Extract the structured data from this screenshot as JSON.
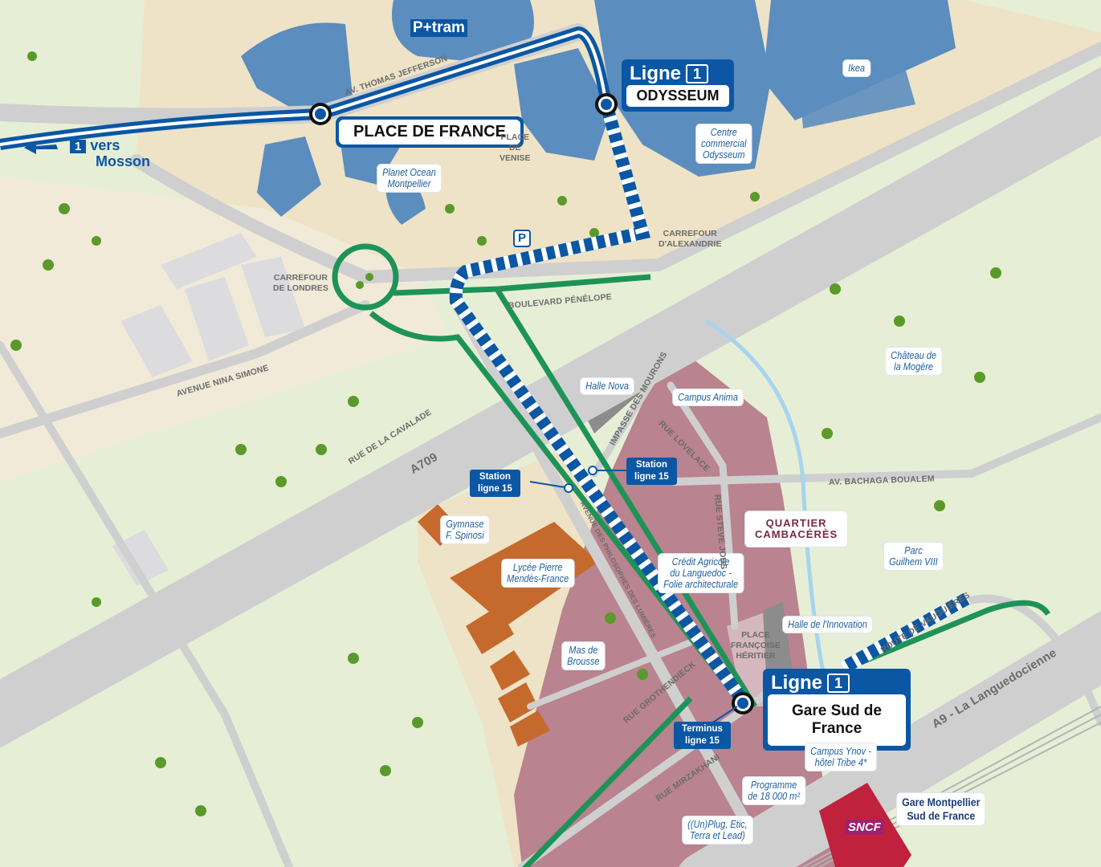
{
  "colors": {
    "tram_line_1": "#0b57a4",
    "bus_line_15": "#1e9358",
    "quartier": "#b9838f",
    "buildings": "#5b8dbf",
    "roads": "#cfcfcf",
    "park": "#e6efd6",
    "sncf": "#c0213d"
  },
  "stations": {
    "place_de_france": "PLACE DE FRANCE",
    "odysseum": {
      "line": "Ligne",
      "number": "1",
      "name": "ODYSSEUM"
    },
    "gare_sud": {
      "line": "Ligne",
      "number": "1",
      "name": "Gare Sud de France"
    },
    "direction": {
      "number": "1",
      "text_1": "vers",
      "text_2": "Mosson"
    }
  },
  "line15": {
    "station_a": [
      "Station",
      "ligne 15"
    ],
    "station_b": [
      "Station",
      "ligne 15"
    ],
    "terminus": [
      "Terminus",
      "ligne 15"
    ]
  },
  "pois": {
    "ptram": "P+tram",
    "parking": "P",
    "planet_ocean": [
      "Planet Ocean",
      "Montpellier"
    ],
    "centre_commercial": [
      "Centre",
      "commercial",
      "Odysseum"
    ],
    "ikea": "Ikea",
    "halle_nova": "Halle Nova",
    "campus_anima": "Campus Anima",
    "chateau": [
      "Château de",
      "la Mogère"
    ],
    "quartier": [
      "QUARTIER",
      "CAMBACÉRÈS"
    ],
    "parc": [
      "Parc",
      "Guilhem VIII"
    ],
    "gymnase": [
      "Gymnase",
      "F. Spinosi"
    ],
    "lycee": [
      "Lycée Pierre",
      "Mendès-France"
    ],
    "credit_agricole": [
      "Crédit Agricole",
      "du Languedoc -",
      "Folie architecturale"
    ],
    "halle_innovation": "Halle de l'Innovation",
    "mas_brousse": [
      "Mas de",
      "Brousse"
    ],
    "campus_ynov": [
      "Campus Ynov -",
      "hôtel Tribe 4*"
    ],
    "programme": [
      "Programme",
      "de 18 000 m²"
    ],
    "unplug": [
      "((Un)Plug, Etic,",
      "Terra et Lead)"
    ],
    "gare_montpellier": [
      "Gare Montpellier",
      "Sud de France"
    ],
    "sncf": "SNCF"
  },
  "roads": {
    "jefferson": "AV. THOMAS JEFFERSON",
    "place_venise": [
      "PLACE",
      "DE",
      "VENISE"
    ],
    "carrefour_alexandrie": [
      "CARREFOUR",
      "D'ALEXANDRIE"
    ],
    "carrefour_londres": [
      "CARREFOUR",
      "DE LONDRES"
    ],
    "penelope": "BOULEVARD PÉNÉLOPE",
    "nina_simone": "AVENUE NINA SIMONE",
    "cavalade": "RUE DE LA CAVALADE",
    "a709": "A709",
    "mourons": "IMPASSE DES MOURONS",
    "lovelace": "RUE LOVELACE",
    "bachaga": "AV. BACHAGA BOUALEM",
    "steve_jobs": "RUE STEVE JOBS",
    "philosophes": "AVENUE DES PHILOSOPHES DES LUMIÈRES",
    "vaugueres": "ROUTE DE VAUGUIÈRES",
    "place_heritier": [
      "PLACE",
      "FRANÇOISE",
      "HÉRITIER"
    ],
    "grothendieck": "RUE GROTHENDIECK",
    "mirzakhani": "RUE MIRZAKHANI",
    "a9": "A9 - La Languedocienne"
  }
}
